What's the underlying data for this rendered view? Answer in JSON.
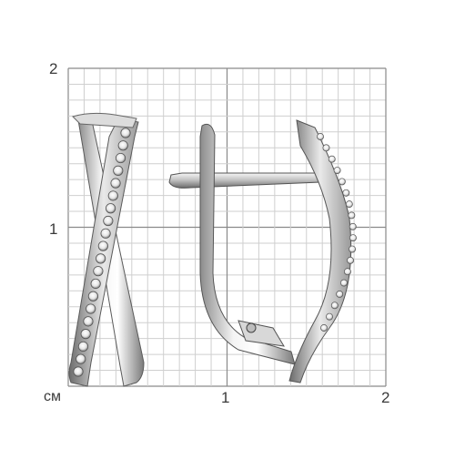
{
  "ruler": {
    "unit_label": "см",
    "x_labels": [
      "1",
      "2"
    ],
    "y_labels": [
      "1",
      "2"
    ]
  },
  "product": {
    "name": "silver-earrings-with-stones"
  },
  "colors": {
    "grid_line": "#cfcfcf",
    "grid_major": "#8a8a8a",
    "label": "#3a3a3a",
    "metal_light": "#f2f2f2",
    "metal_dark": "#6e6e6e",
    "stone": "#ffffff"
  }
}
